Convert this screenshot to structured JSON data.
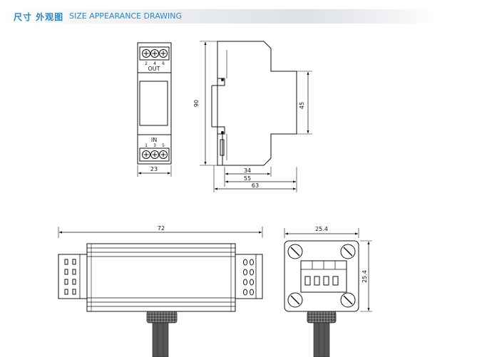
{
  "header": {
    "title_cn": "尺寸 外观图",
    "title_en": "SIZE APPEARANCE DRAWING"
  },
  "front_view": {
    "out_label": "OUT",
    "out_terminals": [
      "2",
      "4",
      "6"
    ],
    "in_label": "IN",
    "in_terminals": [
      "1",
      "3",
      "5"
    ],
    "width_dim": "23"
  },
  "side_view": {
    "height_dim": "90",
    "rail_height_dim": "45",
    "depth_dims": [
      "34",
      "55",
      "63"
    ]
  },
  "bottom_side_view": {
    "length_dim": "72"
  },
  "bottom_end_view": {
    "width_dim": "25.4",
    "height_dim": "25.4"
  }
}
